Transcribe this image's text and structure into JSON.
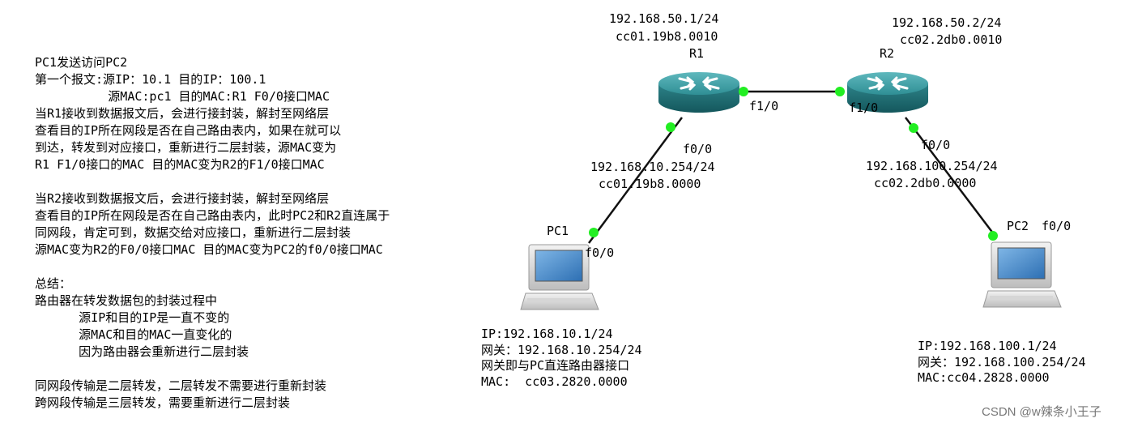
{
  "notes": [
    "PC1发送访问PC2",
    "第一个报文:源IP：10.1 目的IP：100.1",
    "          源MAC:pc1 目的MAC:R1 F0/0接口MAC",
    "当R1接收到数据报文后，会进行接封装，解封至网络层",
    "查看目的IP所在网段是否在自己路由表内，如果在就可以",
    "到达，转发到对应接口，重新进行二层封装，源MAC变为",
    "R1 F1/0接口的MAC 目的MAC变为R2的F1/0接口MAC",
    "",
    "当R2接收到数据报文后，会进行接封装，解封至网络层",
    "查看目的IP所在网段是否在自己路由表内，此时PC2和R2直连属于",
    "同网段，肯定可到，数据交给对应接口，重新进行二层封装",
    "源MAC变为R2的F0/0接口MAC 目的MAC变为PC2的f0/0接口MAC",
    "",
    "总结：",
    "路由器在转发数据包的封装过程中",
    "      源IP和目的IP是一直不变的",
    "      源MAC和目的MAC一直变化的",
    "      因为路由器会重新进行二层封装",
    "",
    "同网段传输是二层转发，二层转发不需要进行重新封装",
    "跨网段传输是三层转发，需要重新进行二层封装"
  ],
  "r1": {
    "name": "R1",
    "f1_ip": "192.168.50.1/24",
    "f1_mac": "cc01.19b8.0010",
    "f0_ip": "192.168.10.254/24",
    "f0_mac": "cc01.19b8.0000",
    "f1_port": "f1/0",
    "f0_port": "f0/0"
  },
  "r2": {
    "name": "R2",
    "f1_ip": "192.168.50.2/24",
    "f1_mac": "cc02.2db0.0010",
    "f0_ip": "192.168.100.254/24",
    "f0_mac": "cc02.2db0.0000",
    "f1_port": "f1/0",
    "f0_port": "f0/0"
  },
  "pc1": {
    "name": "PC1",
    "port": "f0/0",
    "info": [
      "IP:192.168.10.1/24",
      "网关：192.168.10.254/24",
      "网关即与PC直连路由器接口",
      "MAC:  cc03.2820.0000"
    ]
  },
  "pc2": {
    "name": "PC2",
    "port": "f0/0",
    "info": [
      "IP:192.168.100.1/24",
      "网关：192.168.100.254/24",
      "MAC:cc04.2828.0000"
    ]
  },
  "watermark": "CSDN @w辣条小王子",
  "colors": {
    "router": "#2a8a8f",
    "link_dot": "#22ee22",
    "link": "#111111"
  }
}
